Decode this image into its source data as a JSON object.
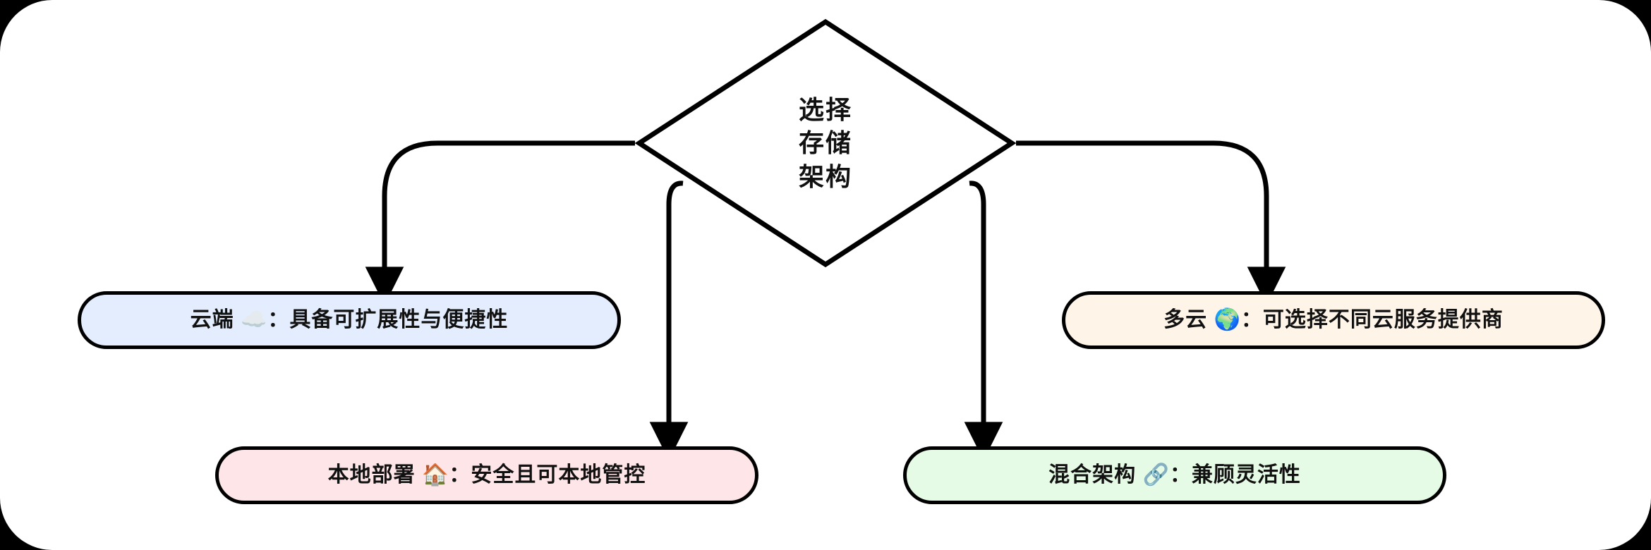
{
  "diagram": {
    "type": "flowchart",
    "orientation": "top-down",
    "background_color": "#ffffff",
    "frame_color": "#000000",
    "decision": {
      "id": "choose-storage-architecture",
      "shape": "diamond",
      "text_lines": [
        "选择",
        "存储",
        "架构"
      ],
      "text": "选择存储架构",
      "fill": "#ffffff",
      "stroke": "#000000"
    },
    "options": [
      {
        "id": "cloud",
        "shape": "stadium",
        "title": "云端",
        "icon": "cloud-icon",
        "icon_glyph": "☁️",
        "separator": "：",
        "description": "具备可扩展性与便捷性",
        "label": "云端 ☁️：具备可扩展性与便捷性",
        "fill": "#e3edfd",
        "stroke": "#000000"
      },
      {
        "id": "on-premise",
        "shape": "stadium",
        "title": "本地部署",
        "icon": "house-icon",
        "icon_glyph": "🏠",
        "separator": "：",
        "description": "安全且可本地管控",
        "label": "本地部署 🏠：安全且可本地管控",
        "fill": "#fde5e8",
        "stroke": "#000000"
      },
      {
        "id": "hybrid",
        "shape": "stadium",
        "title": "混合架构",
        "icon": "link-icon",
        "icon_glyph": "🔗",
        "separator": "：",
        "description": "兼顾灵活性",
        "label": "混合架构 🔗：兼顾灵活性",
        "fill": "#e6fbe5",
        "stroke": "#000000"
      },
      {
        "id": "multi-cloud",
        "shape": "stadium",
        "title": "多云",
        "icon": "globe-icon",
        "icon_glyph": "🌍",
        "separator": "：",
        "description": "可选择不同云服务提供商",
        "label": "多云 🌍：可选择不同云服务提供商",
        "fill": "#fef4e8",
        "stroke": "#000000"
      }
    ],
    "edges": [
      {
        "id": "edge-to-cloud",
        "from": "choose-storage-architecture",
        "to": "cloud",
        "label": "",
        "arrow": "triangle"
      },
      {
        "id": "edge-to-on-premise",
        "from": "choose-storage-architecture",
        "to": "on-premise",
        "label": "",
        "arrow": "triangle"
      },
      {
        "id": "edge-to-hybrid",
        "from": "choose-storage-architecture",
        "to": "hybrid",
        "label": "",
        "arrow": "triangle"
      },
      {
        "id": "edge-to-multi-cloud",
        "from": "choose-storage-architecture",
        "to": "multi-cloud",
        "label": "",
        "arrow": "triangle"
      }
    ]
  }
}
